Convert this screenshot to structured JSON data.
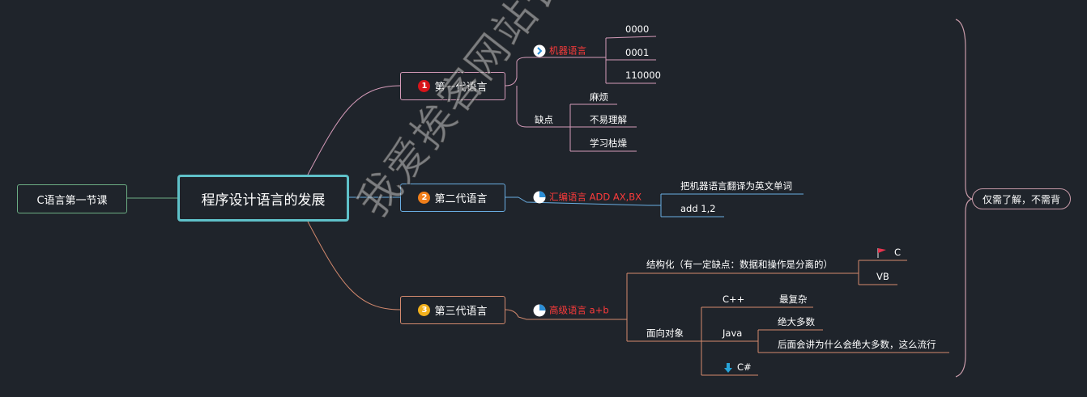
{
  "root": "C语言第一节课",
  "central": "程序设计语言的发展",
  "summary": "仅需了解，不需背",
  "gen1": {
    "num": "1",
    "label": "第一代语言",
    "machine_lang": "机器语言",
    "codes": [
      "0000",
      "0001",
      "110000"
    ],
    "flaw_label": "缺点",
    "flaws": [
      "麻烦",
      "不易理解",
      "学习枯燥"
    ]
  },
  "gen2": {
    "num": "2",
    "label": "第二代语言",
    "assembly": "汇编语言 ADD AX,BX",
    "children": [
      "把机器语言翻译为英文单词",
      "add 1,2"
    ]
  },
  "gen3": {
    "num": "3",
    "label": "第三代语言",
    "high_level": "高级语言 a+b",
    "structured": "结构化（有一定缺点：数据和操作是分离的）",
    "structured_langs": [
      "C",
      "VB"
    ],
    "oop": "面向对象",
    "cpp": "C++",
    "cpp_note": "最复杂",
    "java": "Java",
    "java_notes": [
      "绝大多数",
      "后面会讲为什么会绝大多数，这么流行"
    ],
    "csharp": "C#"
  },
  "watermark": "我爱挨客网站长：落木",
  "colors": {
    "background": "#1f242b",
    "central_border": "#5fc1c9",
    "root_border": "#6cae84",
    "gen1_branch": "#d59bb9",
    "gen2_branch": "#6aaee3",
    "gen3_branch": "#d48a6e",
    "highlight_text": "#ff3b3b",
    "badge1": "#d7141a",
    "badge2": "#f07f1b",
    "badge3": "#f2b01c"
  }
}
